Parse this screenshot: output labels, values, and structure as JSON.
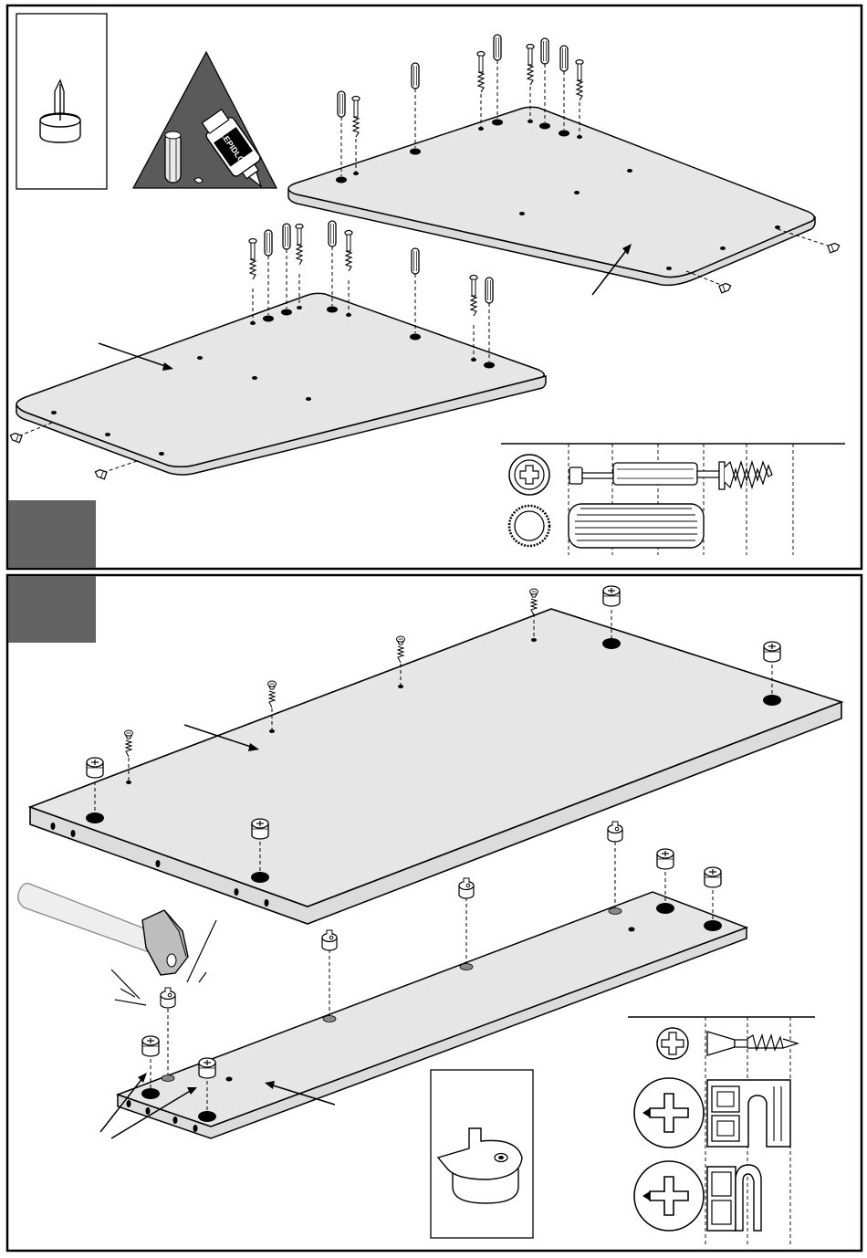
{
  "glue_bottle_label": "LEPIDLO",
  "colors": {
    "ink": "#000000",
    "panel": "#e6e6e6",
    "step_badge": "#636363",
    "glue_triangle": "#5a5a5a",
    "hole": "#000000",
    "handle": "#eaeaea"
  },
  "steps": [
    {
      "id": "step-1",
      "badge": ""
    },
    {
      "id": "step-2",
      "badge": ""
    }
  ],
  "icons": {
    "felt_pad": "felt-pad-nail-icon",
    "glue": "glue-bottle-icon",
    "dowel": "wood-dowel-icon",
    "connector_bolt": "connector-bolt-icon",
    "cam_lock": "cam-lock-icon",
    "screw": "phillips-screw-icon",
    "hammer": "hammer-icon"
  }
}
